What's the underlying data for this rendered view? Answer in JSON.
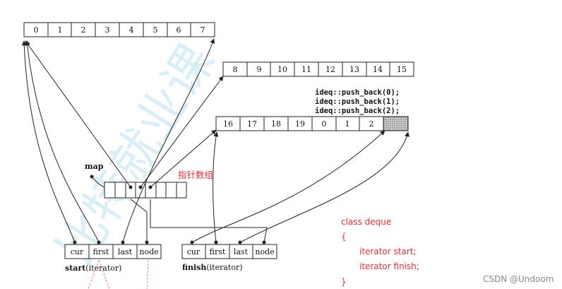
{
  "buffers": {
    "buffer_a": [
      "0",
      "1",
      "2",
      "3",
      "4",
      "5",
      "6",
      "7"
    ],
    "buffer_b": [
      "8",
      "9",
      "10",
      "11",
      "12",
      "13",
      "14",
      "15"
    ],
    "buffer_c": [
      "16",
      "17",
      "18",
      "19",
      "0",
      "1",
      "2",
      ""
    ]
  },
  "map": {
    "label": "map",
    "annotation": "指针数组"
  },
  "push_back_code": [
    "ideq::push_back(0);",
    "ideq::push_back(1);",
    "ideq::push_back(2);"
  ],
  "iterators": {
    "start": {
      "fields": [
        "cur",
        "first",
        "last",
        "node"
      ],
      "caption_bold": "start",
      "caption_rest": "(iterator)"
    },
    "finish": {
      "fields": [
        "cur",
        "first",
        "last",
        "node"
      ],
      "caption_bold": "finish",
      "caption_rest": "(iterator)"
    }
  },
  "class_code": {
    "line1": "class deque",
    "line2": "{",
    "line3": "iterator start;",
    "line4": "iterator finish;",
    "line5": "}"
  },
  "watermark": {
    "big_text": "比特就业课",
    "footer": "CSDN @Undoom"
  },
  "colors": {
    "annotation_red": "#e0303a",
    "watermark_blue": "#b9e3f3"
  }
}
